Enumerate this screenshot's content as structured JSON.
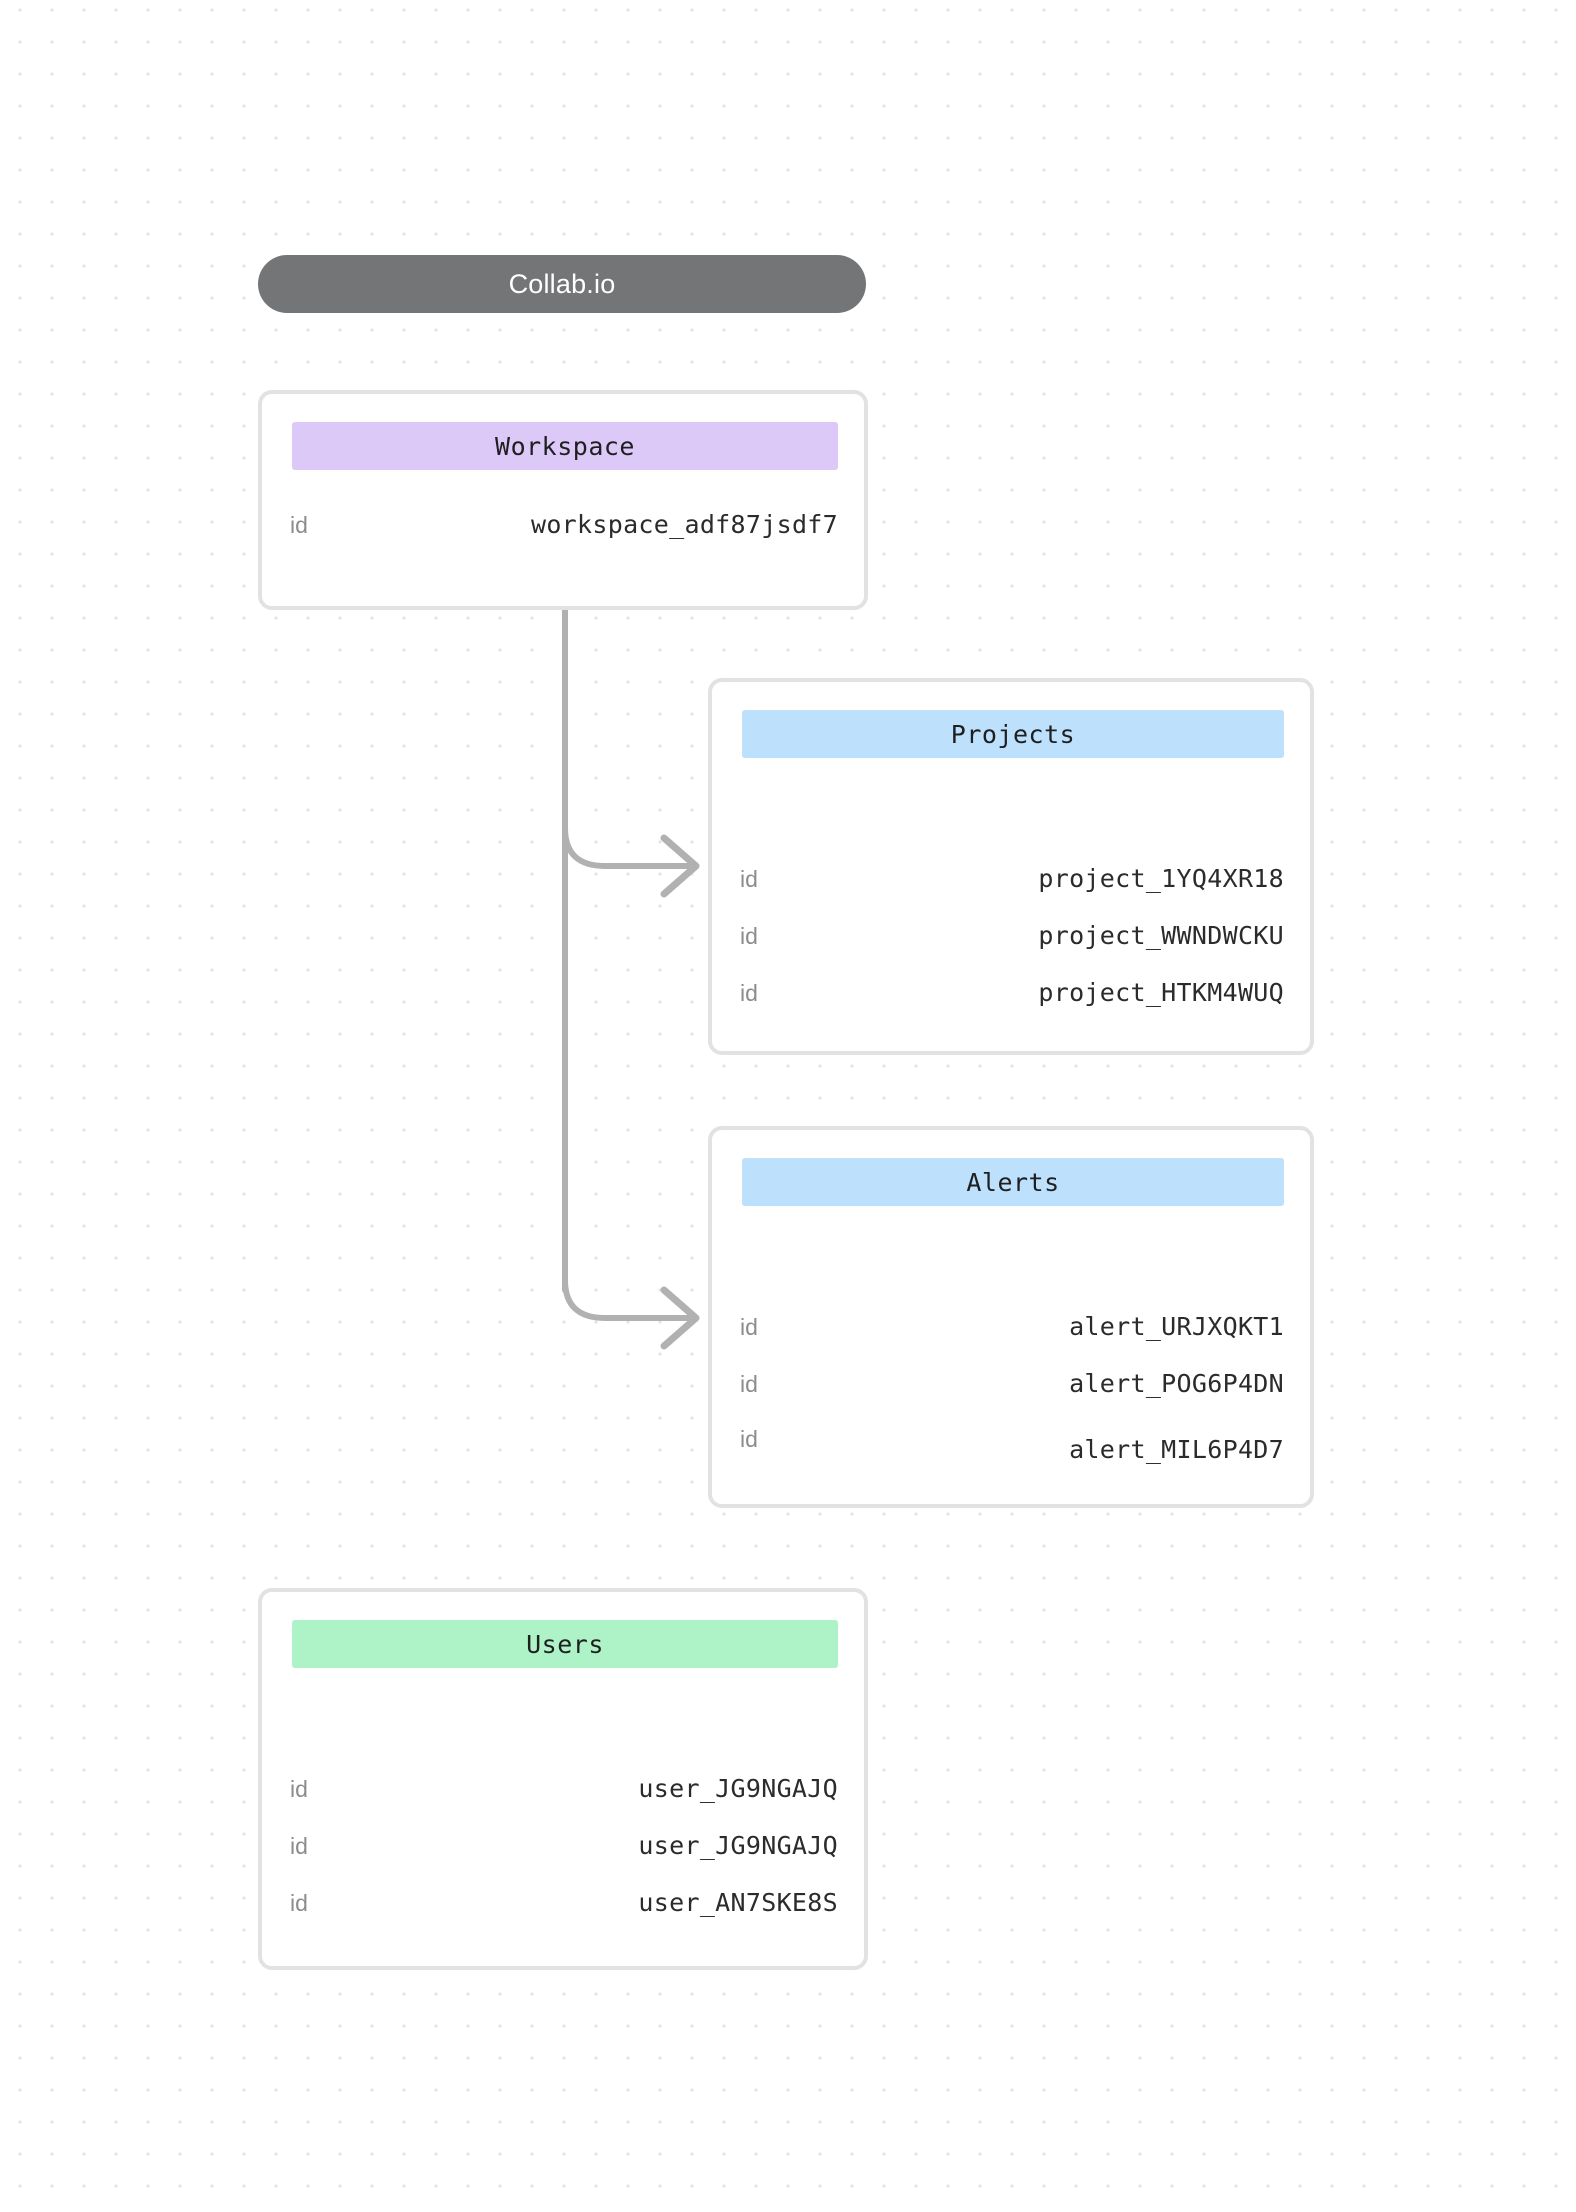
{
  "header": {
    "title": "Collab.io"
  },
  "colors": {
    "title_pill_bg": "#737577",
    "title_pill_text": "#ffffff",
    "workspace_header_bg": "#ddc9f7",
    "projects_header_bg": "#bde0fd",
    "alerts_header_bg": "#bde0fd",
    "users_header_bg": "#aef3c8",
    "card_border": "#e2e2e2",
    "connector": "#b1b1b1",
    "row_key_text": "#8c8c8c",
    "row_value_text": "#2b2b2b",
    "canvas_dot": "#e3e3e3",
    "canvas_bg": "#ffffff"
  },
  "entities": [
    {
      "name": "workspace",
      "title": "Workspace",
      "rows": [
        {
          "key": "id",
          "value": "workspace_adf87jsdf7"
        }
      ]
    },
    {
      "name": "projects",
      "title": "Projects",
      "rows": [
        {
          "key": "id",
          "value": "project_1YQ4XR18"
        },
        {
          "key": "id",
          "value": "project_WWNDWCKU"
        },
        {
          "key": "id",
          "value": "project_HTKM4WUQ"
        }
      ]
    },
    {
      "name": "alerts",
      "title": "Alerts",
      "rows": [
        {
          "key": "id",
          "value": "alert_URJXQKT1"
        },
        {
          "key": "id",
          "value": "alert_POG6P4DN"
        },
        {
          "key": "id",
          "value": "alert_MIL6P4D7"
        }
      ]
    },
    {
      "name": "users",
      "title": "Users",
      "rows": [
        {
          "key": "id",
          "value": "user_JG9NGAJQ"
        },
        {
          "key": "id",
          "value": "user_JG9NGAJQ"
        },
        {
          "key": "id",
          "value": "user_AN7SKE8S"
        }
      ]
    }
  ],
  "connections": [
    {
      "from": "workspace",
      "to": "projects"
    },
    {
      "from": "workspace",
      "to": "alerts"
    }
  ]
}
